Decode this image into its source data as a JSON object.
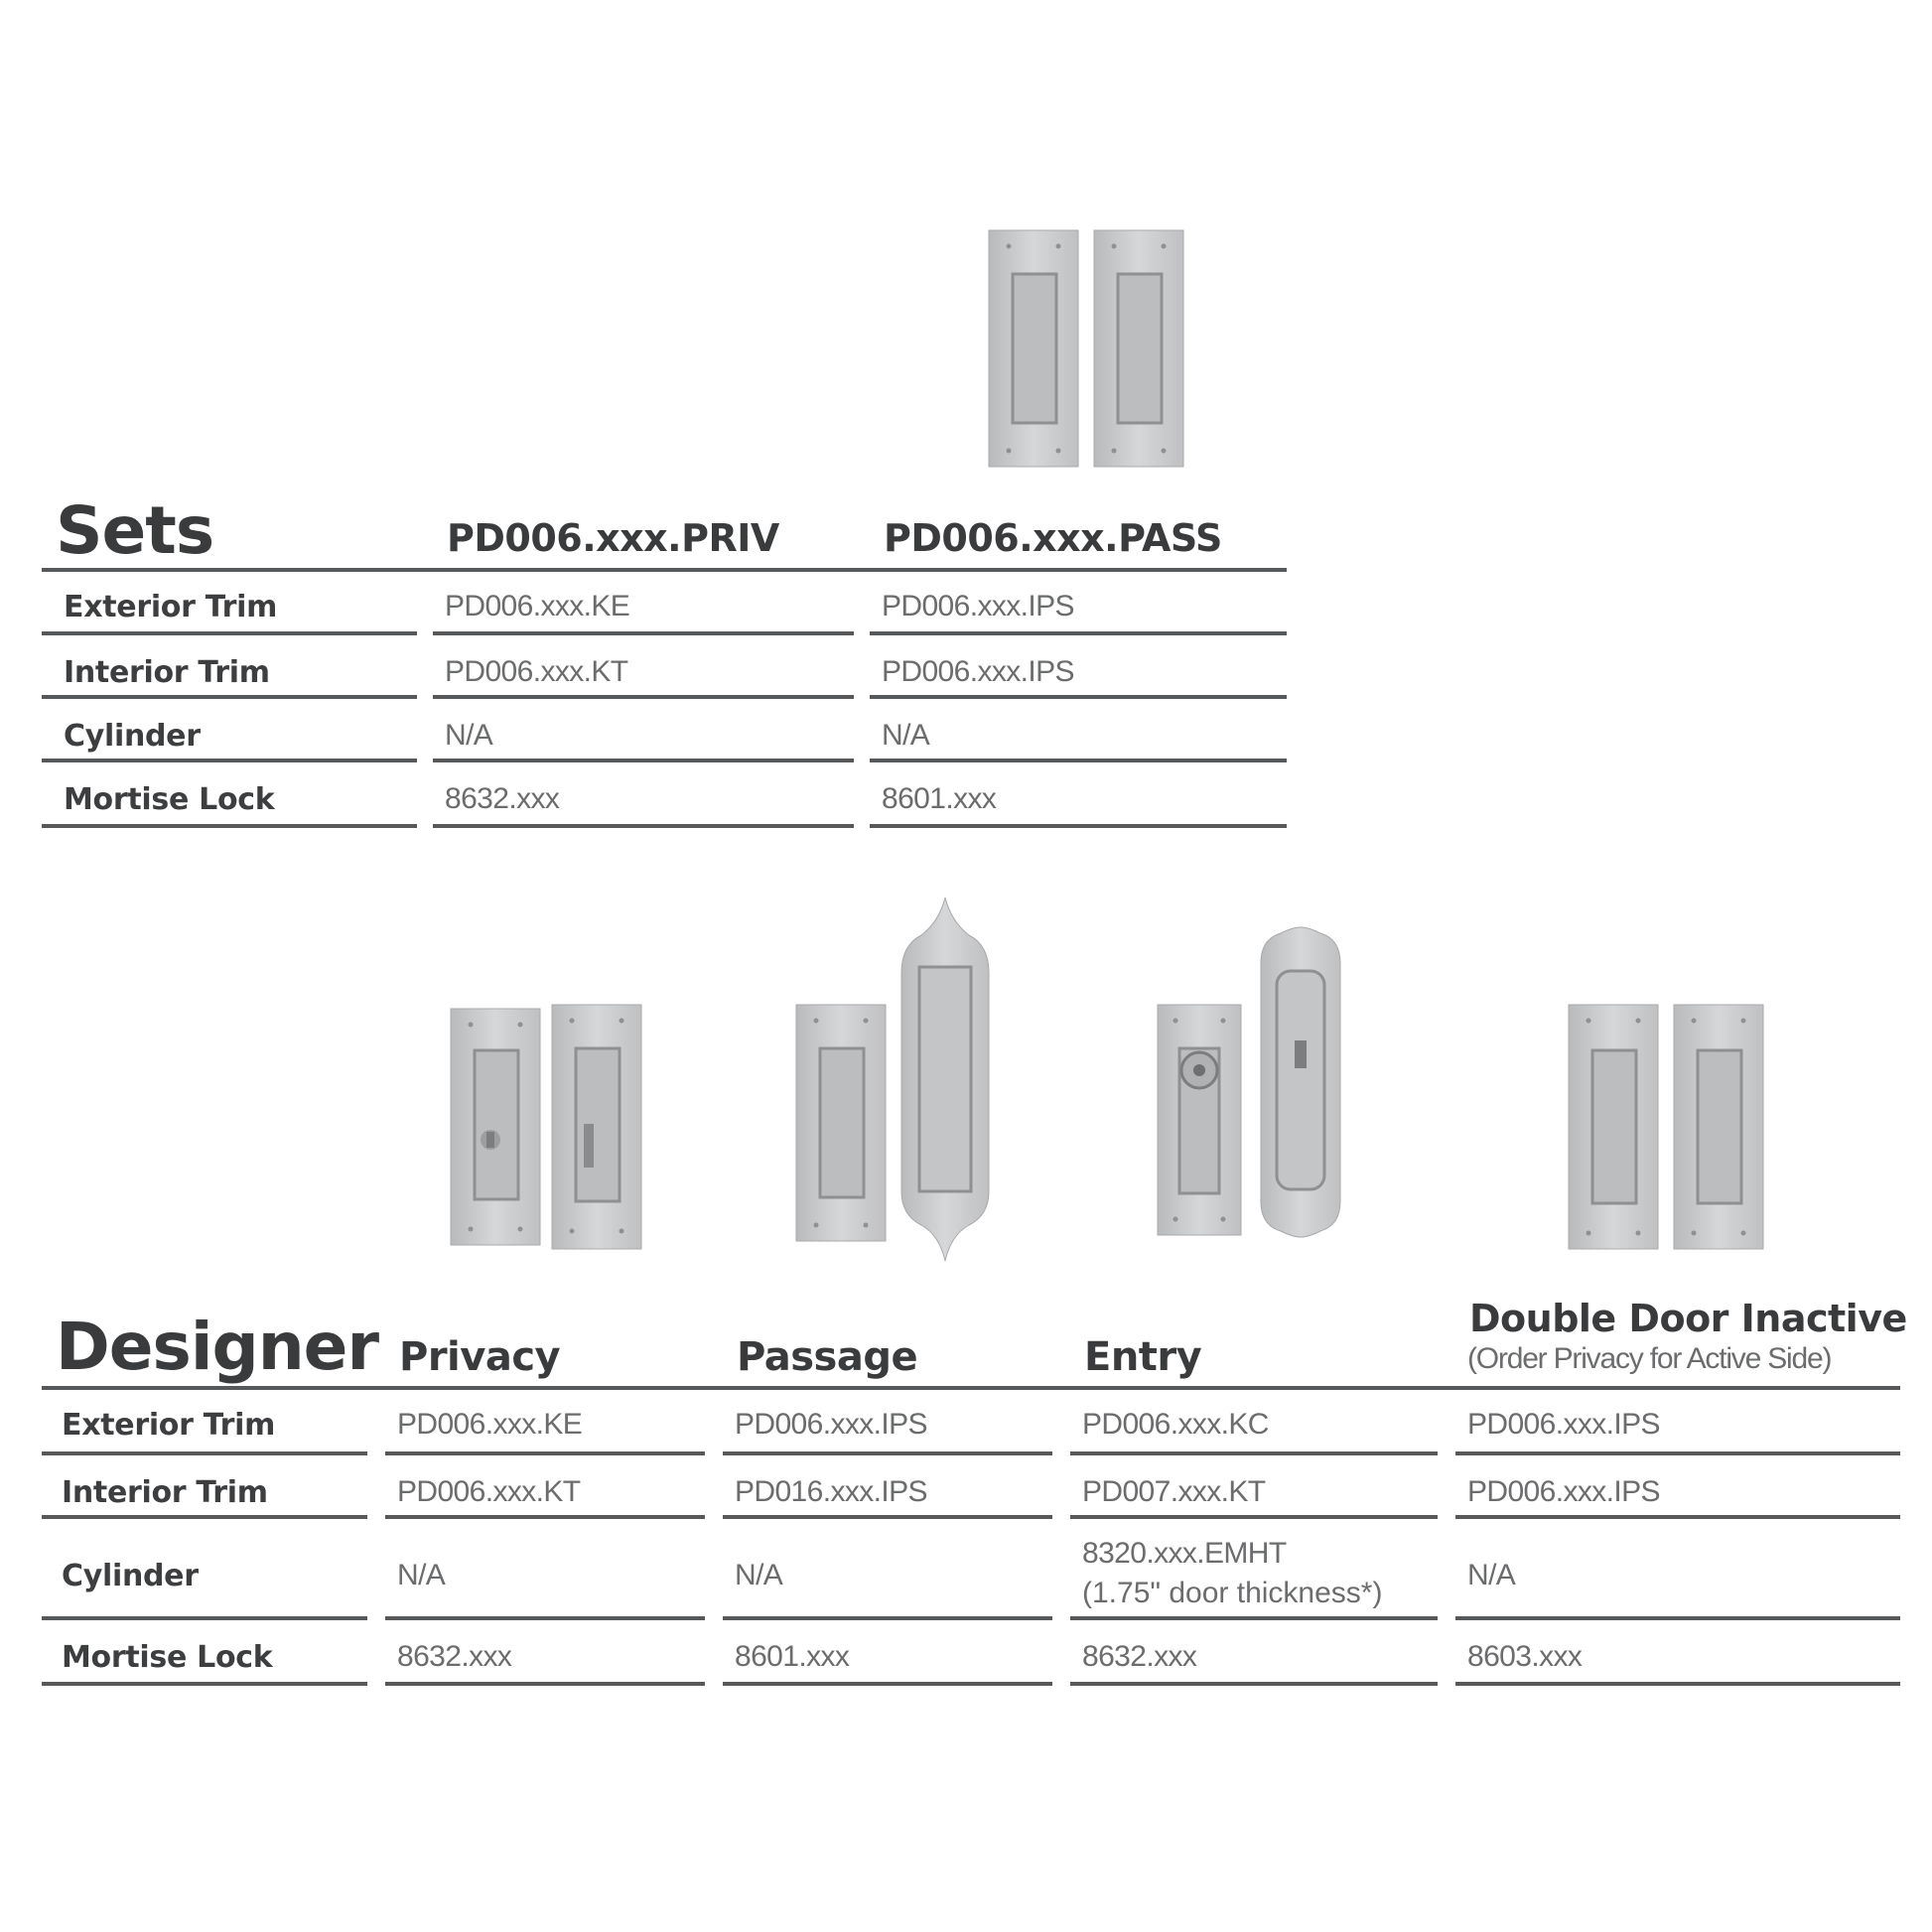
{
  "sets": {
    "title": "Sets",
    "columns": [
      "PD006.xxx.PRIV",
      "PD006.xxx.PASS"
    ],
    "rows": [
      {
        "label": "Exterior Trim",
        "values": [
          "PD006.xxx.KE",
          "PD006.xxx.IPS"
        ]
      },
      {
        "label": "Interior Trim",
        "values": [
          "PD006.xxx.KT",
          "PD006.xxx.IPS"
        ]
      },
      {
        "label": "Cylinder",
        "values": [
          "N/A",
          "N/A"
        ]
      },
      {
        "label": "Mortise Lock",
        "values": [
          "8632.xxx",
          "8601.xxx"
        ]
      }
    ]
  },
  "designer": {
    "title": "Designer",
    "columns": [
      {
        "name": "Privacy",
        "note": ""
      },
      {
        "name": "Passage",
        "note": ""
      },
      {
        "name": "Entry",
        "note": ""
      },
      {
        "name": "Double Door Inactive",
        "note": "(Order Privacy for Active Side)"
      }
    ],
    "rows": [
      {
        "label": "Exterior Trim",
        "values": [
          "PD006.xxx.KE",
          "PD006.xxx.IPS",
          "PD006.xxx.KC",
          "PD006.xxx.IPS"
        ]
      },
      {
        "label": "Interior Trim",
        "values": [
          "PD006.xxx.KT",
          "PD016.xxx.IPS",
          "PD007.xxx.KT",
          "PD006.xxx.IPS"
        ]
      },
      {
        "label": "Cylinder",
        "values": [
          "N/A",
          "N/A",
          "8320.xxx.EMHT",
          "N/A"
        ],
        "entry_note": "(1.75\" door thickness*)"
      },
      {
        "label": "Mortise Lock",
        "values": [
          "8632.xxx",
          "8601.xxx",
          "8632.xxx",
          "8603.xxx"
        ]
      }
    ]
  },
  "images": [
    {
      "name": "sets-pass-pulls-image"
    },
    {
      "name": "privacy-pulls-image"
    },
    {
      "name": "passage-pulls-image"
    },
    {
      "name": "entry-pulls-image"
    },
    {
      "name": "double-door-pulls-image"
    }
  ],
  "colors": {
    "text": "#3a3b3d",
    "value": "#6b6c6e",
    "rule": "#57585a",
    "metal": "#c9cacc"
  }
}
